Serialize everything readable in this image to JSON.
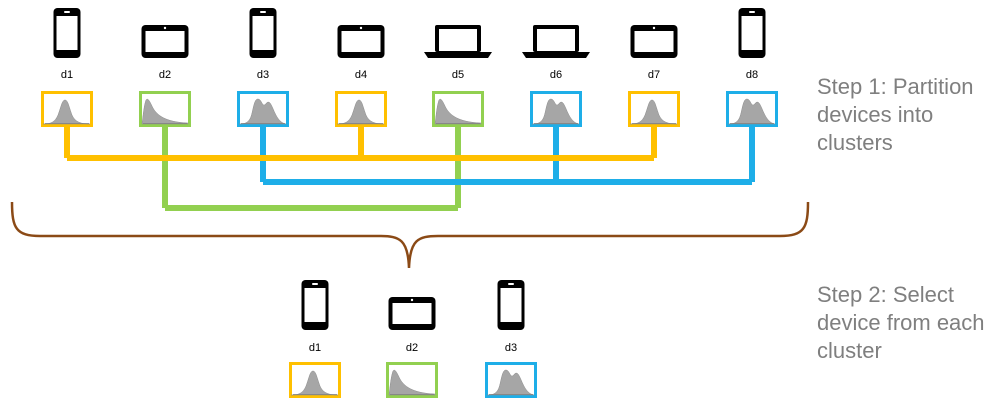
{
  "colors": {
    "yellow": "#FFC000",
    "green": "#92D050",
    "blue": "#1EAEE8",
    "brace": "#8B4A16",
    "caption": "#7F7F7F",
    "device": "#000000",
    "distribution": "#A6A6A6"
  },
  "top_devices": [
    {
      "label": "d1",
      "device": "phone",
      "cluster": "yellow",
      "distribution": "peak-mid"
    },
    {
      "label": "d2",
      "device": "tablet",
      "cluster": "green",
      "distribution": "skew-left"
    },
    {
      "label": "d3",
      "device": "phone",
      "cluster": "blue",
      "distribution": "bimodal"
    },
    {
      "label": "d4",
      "device": "tablet",
      "cluster": "yellow",
      "distribution": "peak-mid"
    },
    {
      "label": "d5",
      "device": "laptop",
      "cluster": "green",
      "distribution": "skew-left"
    },
    {
      "label": "d6",
      "device": "laptop",
      "cluster": "blue",
      "distribution": "bimodal"
    },
    {
      "label": "d7",
      "device": "tablet",
      "cluster": "yellow",
      "distribution": "peak-mid"
    },
    {
      "label": "d8",
      "device": "phone",
      "cluster": "blue",
      "distribution": "bimodal"
    }
  ],
  "selected_devices": [
    {
      "label": "d1",
      "device": "phone",
      "cluster": "yellow",
      "distribution": "peak-mid"
    },
    {
      "label": "d2",
      "device": "tablet",
      "cluster": "green",
      "distribution": "skew-left"
    },
    {
      "label": "d3",
      "device": "phone",
      "cluster": "blue",
      "distribution": "bimodal"
    }
  ],
  "steps": {
    "step1_lines": [
      "Step 1: Partition",
      "devices into",
      "clusters"
    ],
    "step2_lines": [
      "Step 2: Select",
      "device from each",
      "cluster"
    ]
  }
}
